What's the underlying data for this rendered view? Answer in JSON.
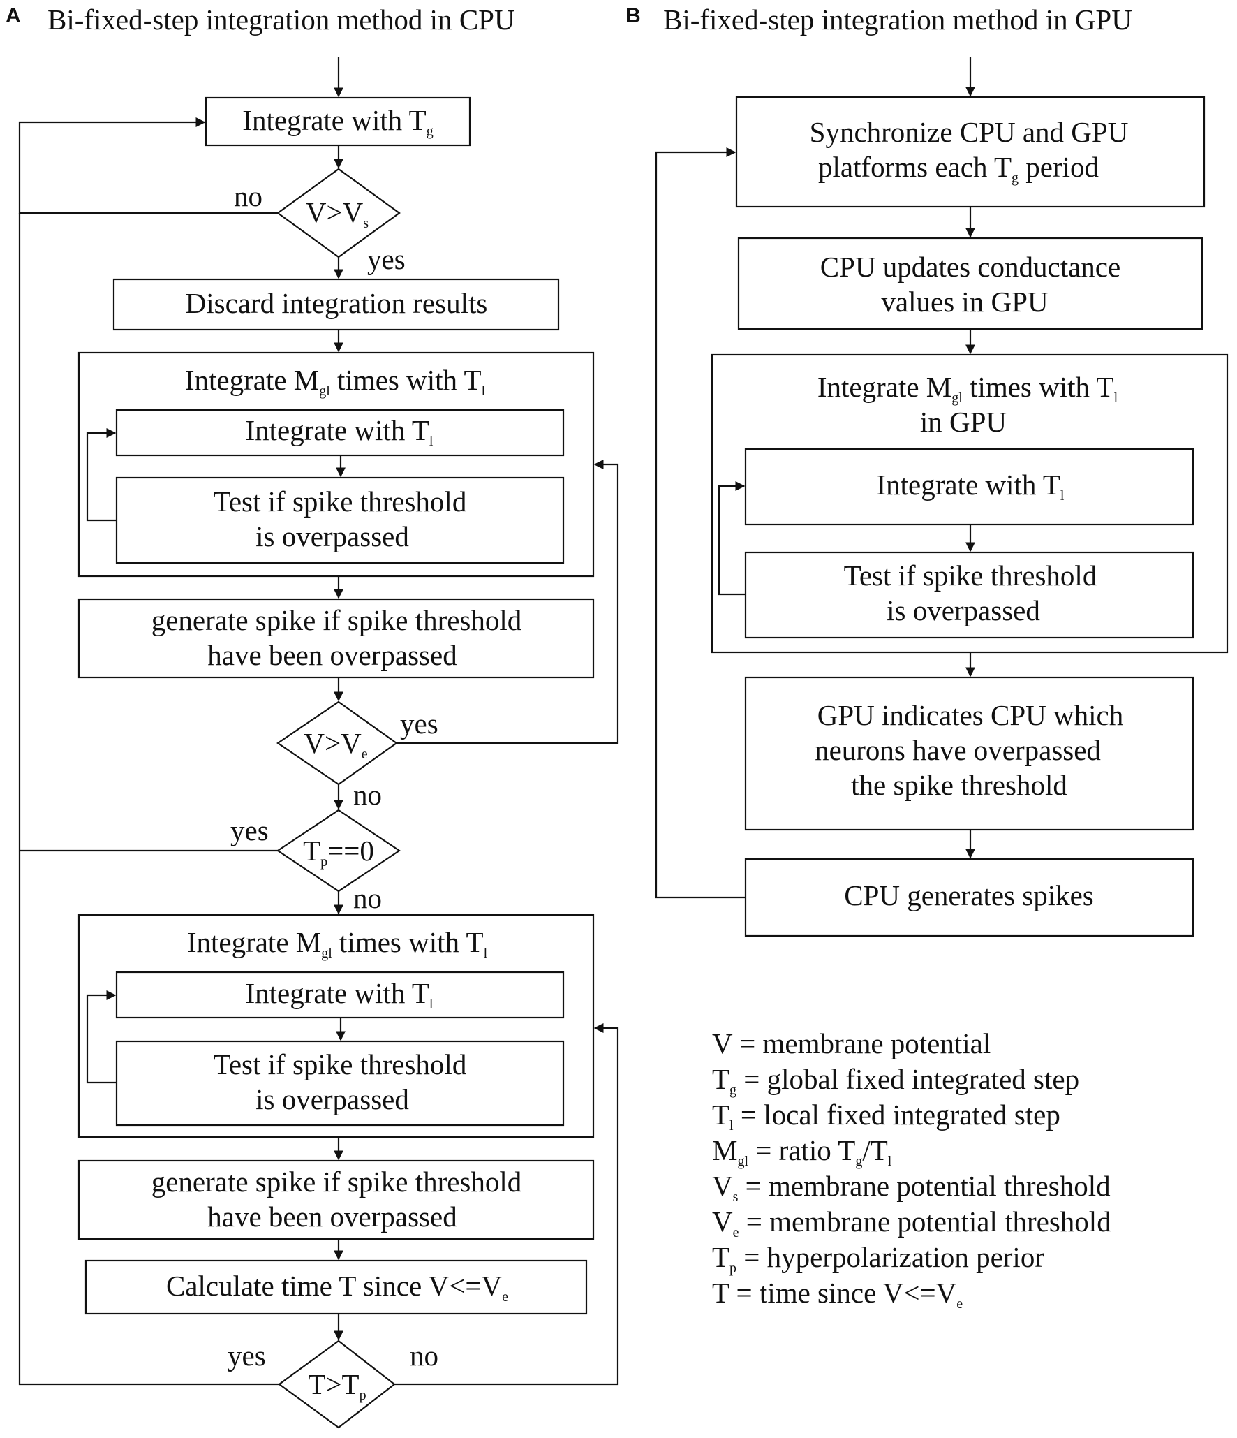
{
  "panel_a": {
    "letter": "A",
    "title": "Bi-fixed-step integration method in CPU",
    "integrate_tg": [
      "Integrate with T",
      "g"
    ],
    "decision_vs": [
      "V>V",
      "s"
    ],
    "decision_vs_no": "no",
    "decision_vs_yes": "yes",
    "discard": "Discard integration results",
    "loop1_title": [
      "Integrate M",
      "gl",
      " times with T",
      "l"
    ],
    "loop1_integrate": [
      "Integrate with T",
      "l"
    ],
    "loop1_test_line1": "Test if spike threshold",
    "loop1_test_line2": "is overpassed",
    "gen1_line1": "generate spike if spike threshold",
    "gen1_line2": "have been overpassed",
    "decision_ve": [
      "V>V",
      "e"
    ],
    "decision_ve_yes": "yes",
    "decision_ve_no": "no",
    "decision_tp": [
      "T",
      "p",
      "==0"
    ],
    "decision_tp_yes": "yes",
    "decision_tp_no": "no",
    "loop2_title": [
      "Integrate M",
      "gl",
      " times with T",
      "l"
    ],
    "loop2_integrate": [
      "Integrate with T",
      "l"
    ],
    "loop2_test_line1": "Test if spike threshold",
    "loop2_test_line2": "is overpassed",
    "gen2_line1": "generate spike if spike threshold",
    "gen2_line2": "have been overpassed",
    "calc": [
      "Calculate time T since V<=V",
      "e"
    ],
    "decision_t": [
      "T>T",
      "p"
    ],
    "decision_t_yes": "yes",
    "decision_t_no": "no"
  },
  "panel_b": {
    "letter": "B",
    "title": "Bi-fixed-step integration method in GPU",
    "sync_line1": "Synchronize CPU and GPU",
    "sync_line2": [
      "platforms each T",
      "g",
      " period"
    ],
    "update_line1": "CPU updates conductance",
    "update_line2": "values in GPU",
    "loop_title_line1": [
      "Integrate M",
      "gl",
      " times with T",
      "l"
    ],
    "loop_title_line2": "in GPU",
    "loop_integrate": [
      "Integrate with T",
      "l"
    ],
    "loop_test_line1": "Test if spike threshold",
    "loop_test_line2": "is overpassed",
    "indicate_line1": "GPU indicates CPU which",
    "indicate_line2": "neurons have overpassed",
    "indicate_line3": "the spike threshold",
    "gen": "CPU generates spikes"
  },
  "legend": {
    "items": [
      [
        "V = membrane potential"
      ],
      [
        "T",
        "g",
        " = global fixed integrated step"
      ],
      [
        "T",
        "l",
        " = local fixed integrated step"
      ],
      [
        "M",
        "gl",
        " = ratio T",
        "g",
        "/T",
        "l"
      ],
      [
        "V",
        "s",
        " = membrane potential threshold"
      ],
      [
        "V",
        "e",
        " = membrane potential threshold"
      ],
      [
        "T",
        "p",
        " = hyperpolarization perior"
      ],
      [
        "T = time since V<=V",
        "e"
      ]
    ]
  }
}
